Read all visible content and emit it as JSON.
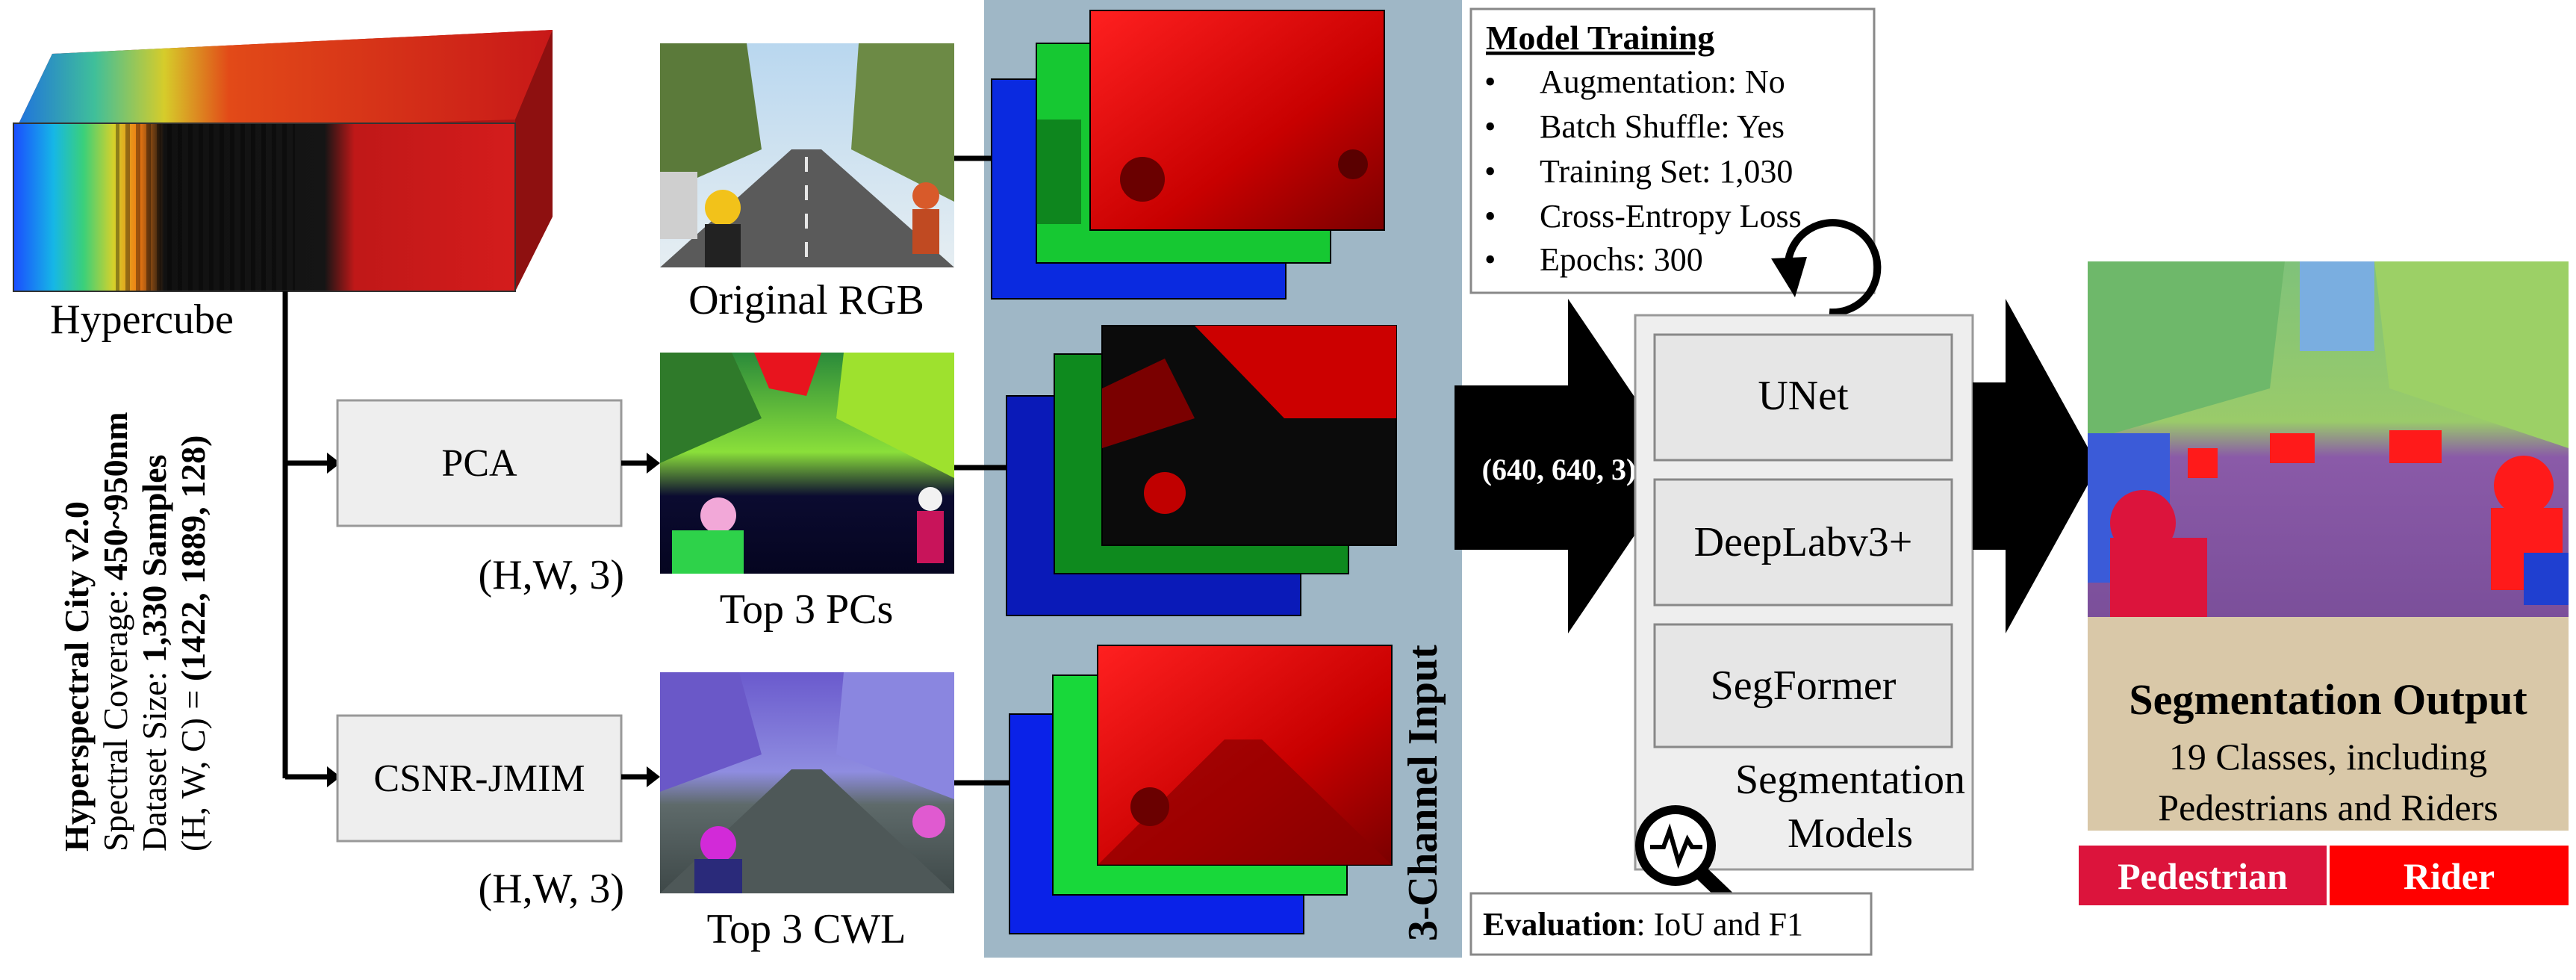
{
  "input": {
    "title": "Hypercube",
    "dataset_name": "Hyperspectral City v2.0",
    "coverage_label": "Spectral Coverage: ",
    "coverage_value": "450~950nm",
    "size_label": "Dataset Size: ",
    "size_value": "1,330 Samples",
    "shape_label": "(H, W, C) = ",
    "shape_value": "(1422, 1889, 128)"
  },
  "methods": [
    {
      "label": "PCA",
      "shape": "(H,W, 3)",
      "image_caption": "Top 3 PCs"
    },
    {
      "label": "CSNR-JMIM",
      "shape": "(H,W, 3)",
      "image_caption": "Top 3 CWL"
    }
  ],
  "rgb_caption": "Original RGB",
  "three_channel_label": "3-Channel Input",
  "tensor_label": "(640, 640, 3)",
  "training": {
    "title": "Model Training",
    "items": [
      "Augmentation: No",
      "Batch Shuffle: Yes",
      "Training Set: 1,030",
      "Cross-Entropy Loss",
      "Epochs: 300"
    ]
  },
  "models": {
    "items": [
      "UNet",
      "DeepLabv3+",
      "SegFormer"
    ],
    "caption_line1": "Segmentation",
    "caption_line2": "Models"
  },
  "evaluation": {
    "label": "Evaluation",
    "text": ": IoU and F1"
  },
  "output": {
    "title": "Segmentation Output",
    "line1": "19 Classes, including",
    "line2": "Pedestrians  and  Riders",
    "legend": [
      {
        "label": "Pedestrian",
        "color": "#dc143c"
      },
      {
        "label": "Rider",
        "color": "#ff0000"
      }
    ]
  },
  "colors": {
    "panel_bg": "#9fb7c6",
    "box_fill": "#eeeeee",
    "arrow": "#000000",
    "output_bg": "#d9c8a8"
  }
}
